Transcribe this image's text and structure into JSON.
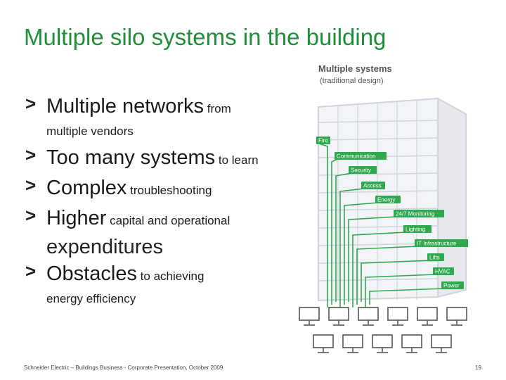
{
  "slide": {
    "title": "Multiple silo systems in the building",
    "bullets": [
      {
        "main": "Multiple networks",
        "rest": " from",
        "cont": "multiple vendors",
        "cont_big": false
      },
      {
        "main": "Too many systems",
        "rest": " to learn",
        "cont": "",
        "cont_big": false
      },
      {
        "main": "Complex",
        "rest": " troubleshooting",
        "cont": "",
        "cont_big": false
      },
      {
        "main": "Higher",
        "rest": " capital and operational",
        "cont": "expenditures",
        "cont_big": true
      },
      {
        "main": "Obstacles",
        "rest": " to achieving",
        "cont": "energy efficiency",
        "cont_big": false
      }
    ],
    "footer": "Schneider Electric – Buildings Business - Corporate Presentation, October 2009",
    "page_number": "19"
  },
  "diagram": {
    "title": "Multiple systems",
    "subtitle": "(traditional design)",
    "systems": [
      "Fire",
      "Communication",
      "Security",
      "Access",
      "Energy",
      "24/7 Monitoring",
      "Lighting",
      "IT Infrastructure",
      "Lifts",
      "HVAC",
      "Power"
    ],
    "accent_color": "#2fa84f",
    "building_color": "#cfd3dc"
  }
}
